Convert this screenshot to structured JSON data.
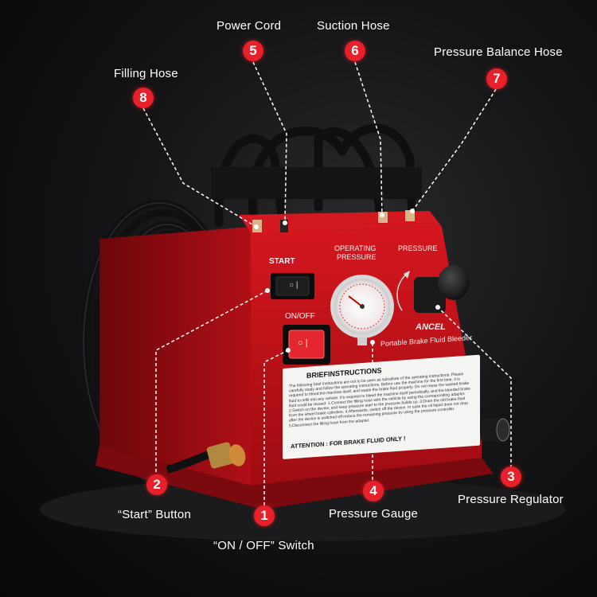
{
  "callouts": [
    {
      "num": "1",
      "label": "“ON / OFF” Switch"
    },
    {
      "num": "2",
      "label": "“Start” Button"
    },
    {
      "num": "3",
      "label": "Pressure Regulator"
    },
    {
      "num": "4",
      "label": "Pressure Gauge"
    },
    {
      "num": "5",
      "label": "Power Cord"
    },
    {
      "num": "6",
      "label": "Suction Hose"
    },
    {
      "num": "7",
      "label": "Pressure Balance Hose"
    },
    {
      "num": "8",
      "label": "Filling Hose"
    }
  ],
  "panel": {
    "start": "START",
    "onoff": "ON/OFF",
    "operating_pressure_1": "OPERATING",
    "operating_pressure_2": "PRESSURE",
    "pressure": "PRESSURE",
    "brand": "ANCEL",
    "product": "Portable Brake Fluid Bleeder"
  },
  "instructions": {
    "title": "BRIEFINSTRUCTIONS",
    "body": "The following brief instructions are not to be seen as substitute of the operating instructions. Please carefully study and follow the operating instructions. Before use the machine for the first time, it is required to bleed the machine itself, and waste the brake fluid properly. Do not reuse the wasted brake fluid to refill into any vehicle. It's required to bleed the machine itself periodically, and the bleeded brake fluid could be reused. 1.Connect the filling hose with the vehicle by using the corresponding adapter. 2.Switch on the device, and keep pressure start to the pressure builds up. 3.Drain the old brake fluid from the wheel brake cylinders. 4.Afterwards, switch off the device. In case the oil liquid does not drop after the device is switched off reduce the remaining pressure by using the pressure controller. 5.Disconnect the filling hose from the adapter.",
    "attention": "ATTENTION : FOR BRAKE FLUID ONLY !"
  },
  "colors": {
    "accent": "#e8202a",
    "body": "#c8141c"
  }
}
